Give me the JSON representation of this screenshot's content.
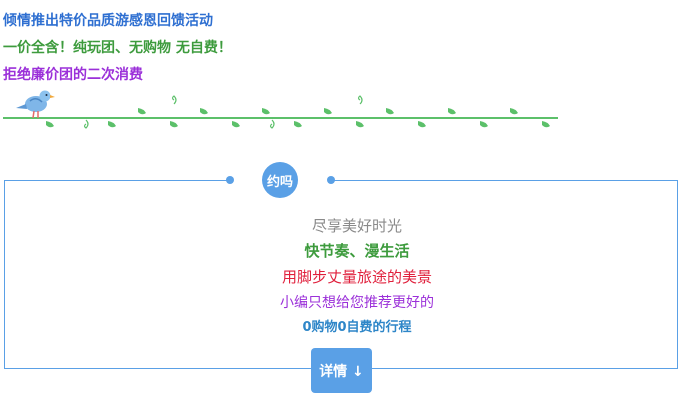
{
  "promo": {
    "line1": "倾情推出特价品质游感恩回馈活动",
    "line2": "一价全含！纯玩团、无购物 无自费！",
    "line3": "拒绝廉价团的二次消费"
  },
  "colors": {
    "line1": "#2e6fd1",
    "line2": "#3d9b3d",
    "line3": "#9b30d9",
    "accent": "#5aa0e6",
    "vine": "#5cc06a"
  },
  "decor": {
    "bird": "bird-icon",
    "vine": "leafy-vine-divider"
  },
  "card": {
    "badge_label": "约吗",
    "line1": "尽享美好时光",
    "line2": "快节奏、漫生活",
    "line3": "用脚步丈量旅途的美景",
    "line4": "小编只想给您推荐更好的",
    "line5": "0购物0自费的行程",
    "details_label": "详情 ↓"
  }
}
